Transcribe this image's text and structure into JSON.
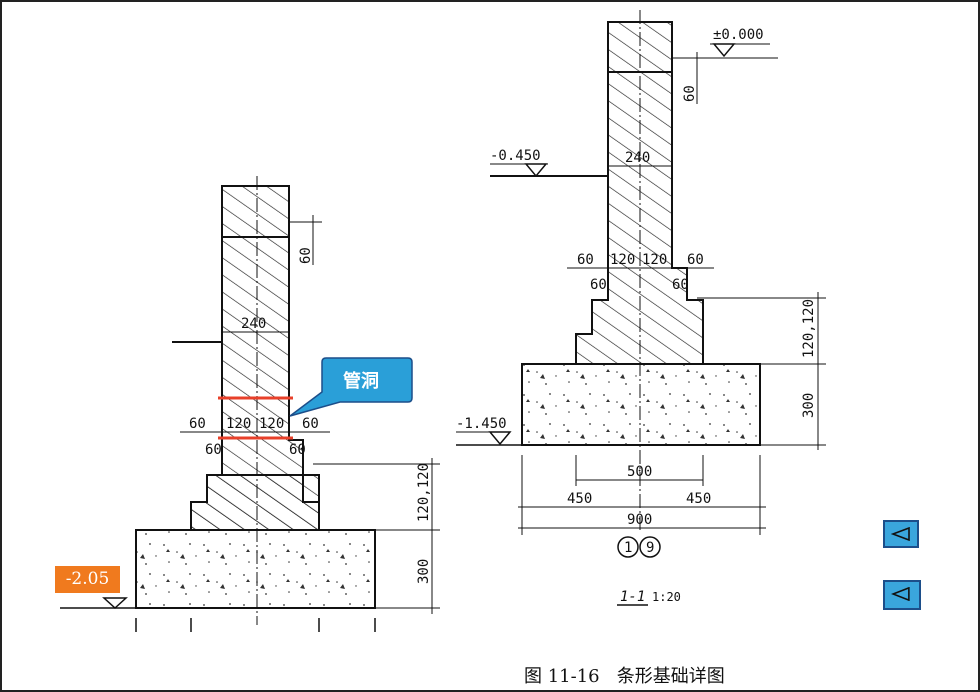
{
  "left_detail": {
    "dims": {
      "d60_top": "60",
      "d240": "240",
      "d60_a": "60",
      "d120_a": "120",
      "d120_b": "120",
      "d60_b": "60",
      "d60_c": "60",
      "d60_d": "60",
      "d120_120": "120,120",
      "d300": "300"
    },
    "callout": "管洞",
    "elevation": "-2.05"
  },
  "right_detail": {
    "elev_top": "±0.000",
    "elev_mid": "-0.450",
    "elev_bottom": "-1.450",
    "dims": {
      "d60_top": "60",
      "d240": "240",
      "d60_a": "60",
      "d120_a": "120",
      "d120_b": "120",
      "d60_b": "60",
      "d60_c": "60",
      "d60_d": "60",
      "d120_120": "120,120",
      "d300": "300",
      "d500": "500",
      "d450_a": "450",
      "d450_b": "450",
      "d900": "900"
    },
    "axis_1": "1",
    "axis_9": "9",
    "section_label": "1-1",
    "scale": "1:20"
  },
  "caption": "图 11-16   条形基础详图",
  "nav": {
    "prev_icon": "left-triangle-icon",
    "back_icon": "left-triangle-icon"
  },
  "colors": {
    "callout_fill": "#2a9fd8",
    "pipe_line": "#e8402a",
    "elevation_badge": "#f07a1e",
    "nav_button": "#3aa6dd"
  }
}
